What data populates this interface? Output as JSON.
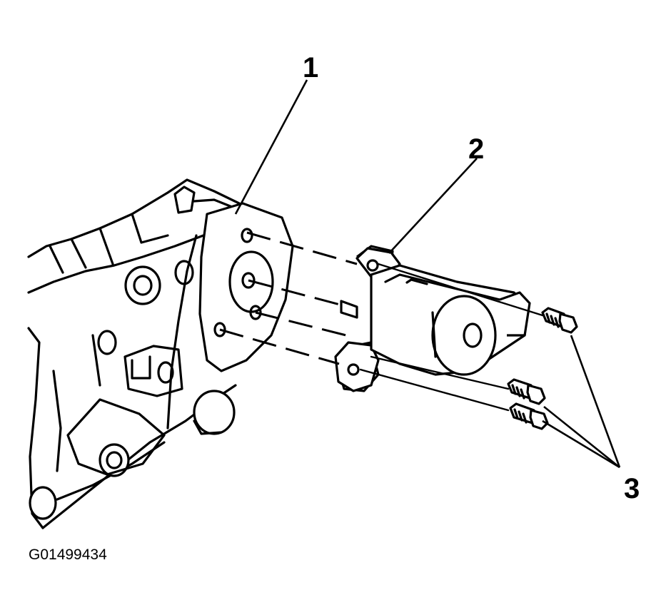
{
  "callouts": {
    "c1": "1",
    "c2": "2",
    "c3": "3"
  },
  "figure_id": "G01499434",
  "colors": {
    "ink": "#000000",
    "paper": "#ffffff"
  }
}
